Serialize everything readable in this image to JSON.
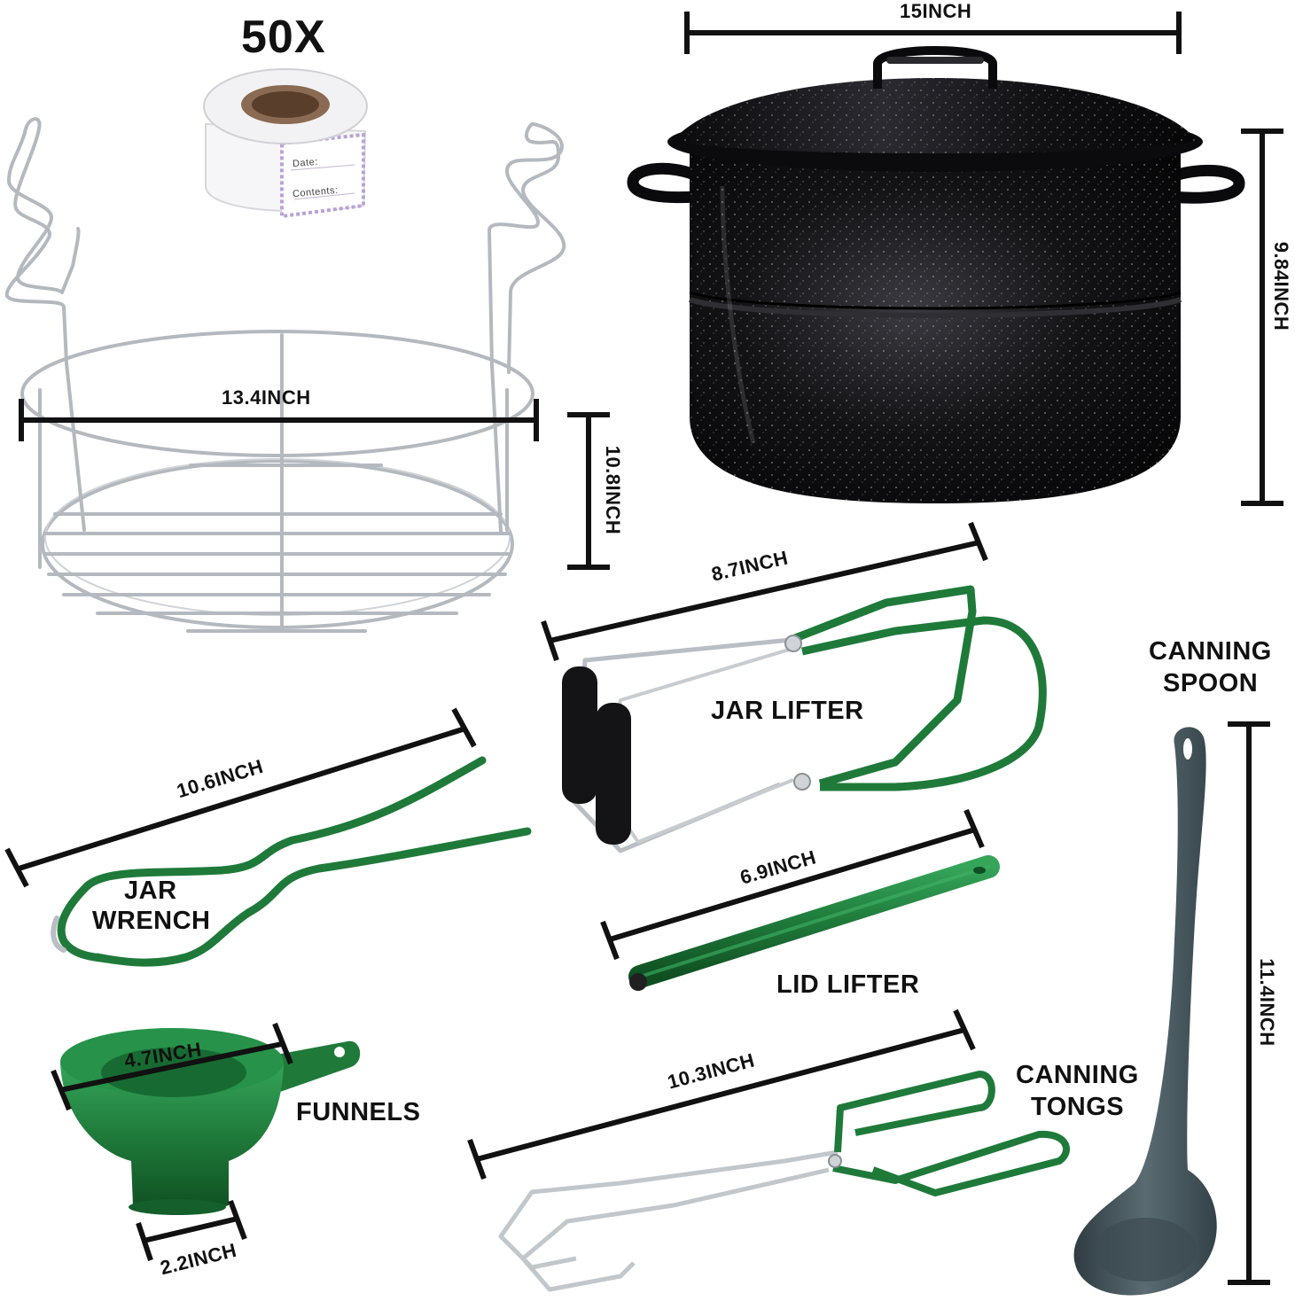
{
  "count_label": "50X",
  "label_roll": {
    "date": "Date:",
    "contents": "Contents:"
  },
  "products": {
    "stock_pot": {
      "width": "15INCH",
      "height": "9.84INCH"
    },
    "rack": {
      "width": "13.4INCH",
      "height": "10.8INCH"
    },
    "jar_lifter": {
      "name": "JAR LIFTER",
      "length": "8.7INCH"
    },
    "jar_wrench": {
      "name_line1": "JAR",
      "name_line2": "WRENCH",
      "length": "10.6INCH"
    },
    "lid_lifter": {
      "name": "LID LIFTER",
      "length": "6.9INCH"
    },
    "funnel": {
      "name": "FUNNELS",
      "width": "4.7INCH",
      "base": "2.2INCH"
    },
    "tongs": {
      "name_line1": "CANNING",
      "name_line2": "TONGS",
      "length": "10.3INCH"
    },
    "spoon": {
      "name_line1": "CANNING",
      "name_line2": "SPOON",
      "length": "11.4INCH"
    }
  },
  "colors": {
    "enamel_black": "#0c0c0f",
    "green": "#1f7a3a",
    "steel": "#b9bec4",
    "spoon_gray": "#4a5a60",
    "measure_line": "#111111"
  }
}
